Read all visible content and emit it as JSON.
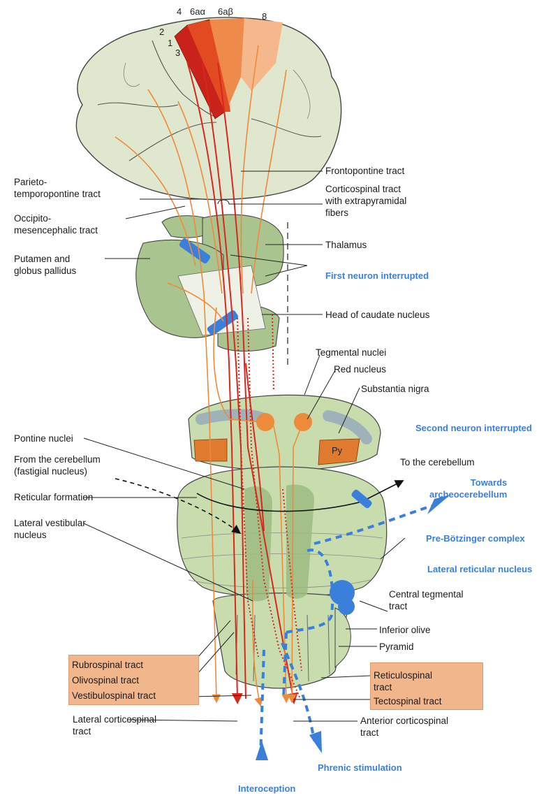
{
  "colors": {
    "tissue": "#c8dcae",
    "tissue_dark": "#9dbb83",
    "cortex": "#dfe8cf",
    "red_tract": "#d8271c",
    "orange_tract": "#ee8a3c",
    "blue": "#3a7fd9",
    "box": "#f2b68c"
  },
  "areas": {
    "a4": "4",
    "a6aa": "6aα",
    "a6ab": "6aβ",
    "a8": "8",
    "a2": "2",
    "a1": "1",
    "a3": "3"
  },
  "py": "Py",
  "labels": {
    "frontopontine": "Frontopontine tract",
    "parieto": [
      "Parieto-",
      "temporopontine tract"
    ],
    "corticospinal": [
      "Corticospinal tract",
      "with extrapyramidal",
      "fibers"
    ],
    "occipito": [
      "Occipito-",
      "mesencephalic tract"
    ],
    "thalamus": "Thalamus",
    "putamen": [
      "Putamen and",
      "globus pallidus"
    ],
    "first_neuron": "First neuron interrupted",
    "caudate": "Head of caudate nucleus",
    "tegmental": "Tegmental nuclei",
    "red_nucleus": "Red nucleus",
    "substantia": "Substantia nigra",
    "pontine": "Pontine nuclei",
    "second_neuron": "Second neuron interrupted",
    "from_cerebellum": [
      "From the cerebellum",
      "(fastigial nucleus)"
    ],
    "to_cerebellum": "To the cerebellum",
    "towards": [
      "Towards",
      "archeocerebellum"
    ],
    "reticular": "Reticular formation",
    "lat_vestibular": [
      "Lateral vestibular",
      "nucleus"
    ],
    "pre_botzinger": "Pre-Bötzinger complex",
    "lat_reticular": "Lateral reticular nucleus",
    "central_tegmental": [
      "Central tegmental",
      "tract"
    ],
    "inferior_olive": "Inferior olive",
    "pyramid": "Pyramid",
    "left_box": [
      "Rubrospinal tract",
      "Olivospinal tract",
      "Vestibulospinal tract"
    ],
    "right_box": [
      "Reticulospinal",
      "tract",
      "Tectospinal tract"
    ],
    "lat_corticospinal": [
      "Lateral corticospinal",
      "tract"
    ],
    "ant_corticospinal": [
      "Anterior corticospinal",
      "tract"
    ],
    "phrenic": "Phrenic stimulation",
    "interoception": "Interoception"
  }
}
